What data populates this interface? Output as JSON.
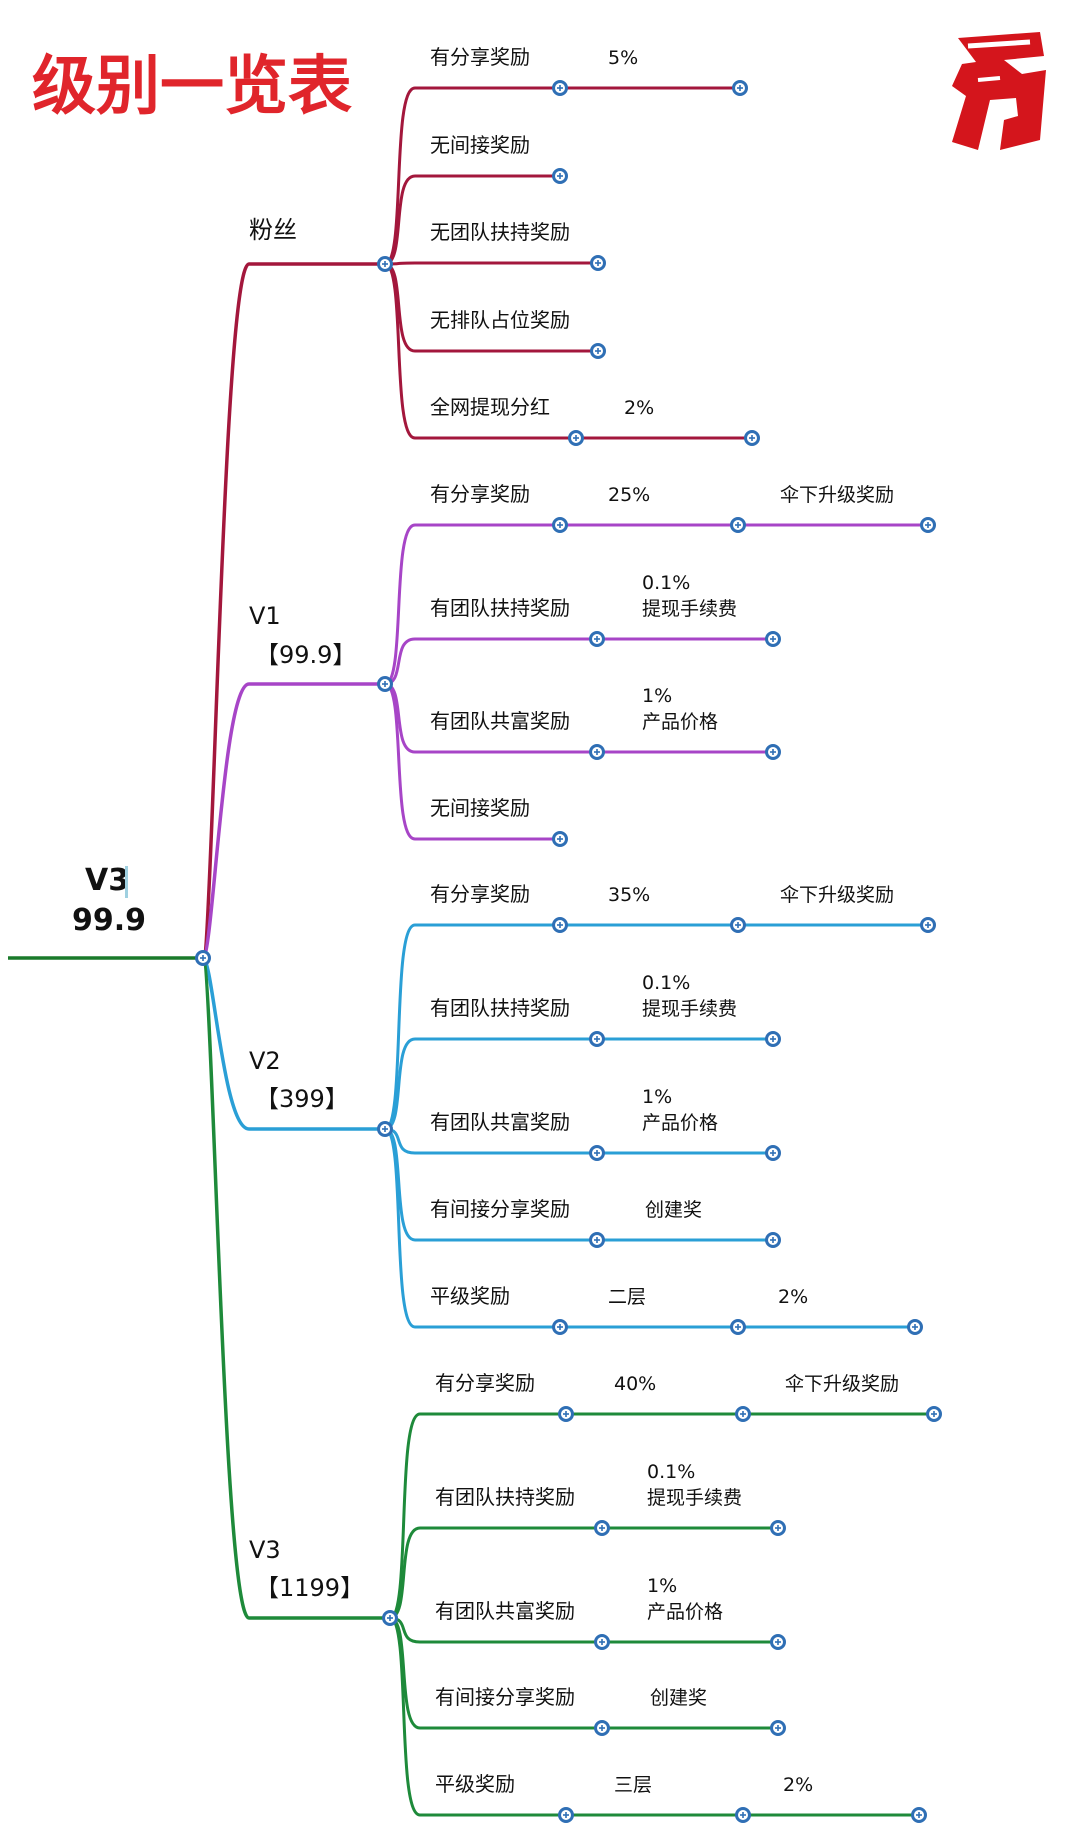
{
  "title": "级别一览表",
  "root": {
    "line1": "V3",
    "line2": "99.9"
  },
  "colors": {
    "title": "#e0252b",
    "root": "#1a7a2a",
    "logo": "#d4151c"
  },
  "levels": [
    {
      "id": "fans",
      "label": "粉丝",
      "sub": "",
      "color": "#a3173c",
      "items": [
        {
          "label": "有分享奖励",
          "value": "5%",
          "value2": "",
          "extra": ""
        },
        {
          "label": "无间接奖励",
          "value": "",
          "value2": "",
          "extra": ""
        },
        {
          "label": "无团队扶持奖励",
          "value": "",
          "value2": "",
          "extra": ""
        },
        {
          "label": "无排队占位奖励",
          "value": "",
          "value2": "",
          "extra": ""
        },
        {
          "label": "全网提现分红",
          "value": "2%",
          "value2": "",
          "extra": ""
        }
      ]
    },
    {
      "id": "v1",
      "label": "V1",
      "sub": "【99.9】",
      "color": "#a745c7",
      "items": [
        {
          "label": "有分享奖励",
          "value": "25%",
          "value2": "",
          "extra": "伞下升级奖励"
        },
        {
          "label": "有团队扶持奖励",
          "value": "0.1%",
          "value2": "提现手续费",
          "extra": ""
        },
        {
          "label": "有团队共富奖励",
          "value": "1%",
          "value2": "产品价格",
          "extra": ""
        },
        {
          "label": "无间接奖励",
          "value": "",
          "value2": "",
          "extra": ""
        }
      ]
    },
    {
      "id": "v2",
      "label": "V2",
      "sub": "【399】",
      "color": "#2a9fd6",
      "items": [
        {
          "label": "有分享奖励",
          "value": "35%",
          "value2": "",
          "extra": "伞下升级奖励"
        },
        {
          "label": "有团队扶持奖励",
          "value": "0.1%",
          "value2": "提现手续费",
          "extra": ""
        },
        {
          "label": "有团队共富奖励",
          "value": "1%",
          "value2": "产品价格",
          "extra": ""
        },
        {
          "label": "有间接分享奖励",
          "value": "创建奖",
          "value2": "",
          "extra": ""
        },
        {
          "label": "平级奖励",
          "value": "二层",
          "value2": "",
          "extra": "2%"
        }
      ]
    },
    {
      "id": "v3",
      "label": "V3",
      "sub": "【1199】",
      "color": "#1e8a3a",
      "items": [
        {
          "label": "有分享奖励",
          "value": "40%",
          "value2": "",
          "extra": "伞下升级奖励"
        },
        {
          "label": "有团队扶持奖励",
          "value": "0.1%",
          "value2": "提现手续费",
          "extra": ""
        },
        {
          "label": "有团队共富奖励",
          "value": "1%",
          "value2": "产品价格",
          "extra": ""
        },
        {
          "label": "有间接分享奖励",
          "value": "创建奖",
          "value2": "",
          "extra": ""
        },
        {
          "label": "平级奖励",
          "value": "三层",
          "value2": "",
          "extra": "2%"
        }
      ]
    }
  ]
}
